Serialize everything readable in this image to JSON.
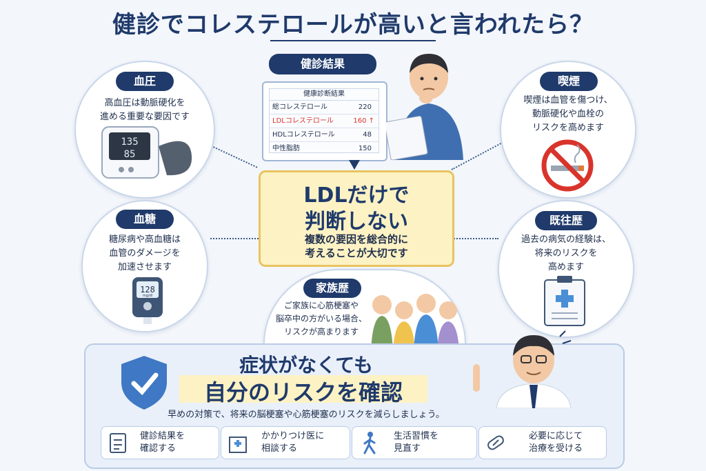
{
  "title": "健診でコレステロールが高いと言われたら？",
  "result": {
    "tab_label": "健診結果",
    "card_title": "健康診断結果",
    "rows": [
      {
        "label": "総コレステロール",
        "value": "220"
      },
      {
        "label": "LDLコレステロール",
        "value": "160 ↑"
      },
      {
        "label": "HDLコレステロール",
        "value": "48"
      },
      {
        "label": "中性脂肪",
        "value": "150"
      }
    ]
  },
  "center": {
    "headline1": "LDLだけで",
    "headline2": "判断しない",
    "sub1": "複数の要因を総合的に",
    "sub2": "考えることが大切です"
  },
  "blood_pressure": {
    "label": "血圧",
    "line1": "高血圧は動脈硬化を",
    "line2": "進める重要な要因です",
    "display_top": "135",
    "display_bottom": "85"
  },
  "blood_sugar": {
    "label": "血糖",
    "line1": "糖尿病や高血糖は",
    "line2": "血管のダメージを",
    "line3": "加速させます",
    "display": "128",
    "unit": "mg/dl"
  },
  "smoking": {
    "label": "喫煙",
    "line1": "喫煙は血管を傷つけ、",
    "line2": "動脈硬化や血栓の",
    "line3": "リスクを高めます"
  },
  "history": {
    "label": "既往歴",
    "line1": "過去の病気の経験は、",
    "line2": "将来のリスクを",
    "line3": "高めます"
  },
  "family": {
    "label": "家族歴",
    "line1": "ご家族に心筋梗塞や",
    "line2": "脳卒中の方がいる場合、",
    "line3": "リスクが高まります"
  },
  "bottom": {
    "headline1": "症状がなくても",
    "headline2": "自分のリスクを確認",
    "note": "早めの対策で、将来の脳梗塞や心筋梗塞のリスクを減らしましょう。",
    "actions": [
      {
        "line1": "健診結果を",
        "line2": "確認する"
      },
      {
        "line1": "かかりつけ医に",
        "line2": "相談する"
      },
      {
        "line1": "生活習慣を",
        "line2": "見直す"
      },
      {
        "line1": "必要に応じて",
        "line2": "治療を受ける"
      }
    ]
  },
  "colors": {
    "navy": "#1f3a6b",
    "accent_red": "#d9342b",
    "highlight": "#fdf2c4"
  }
}
